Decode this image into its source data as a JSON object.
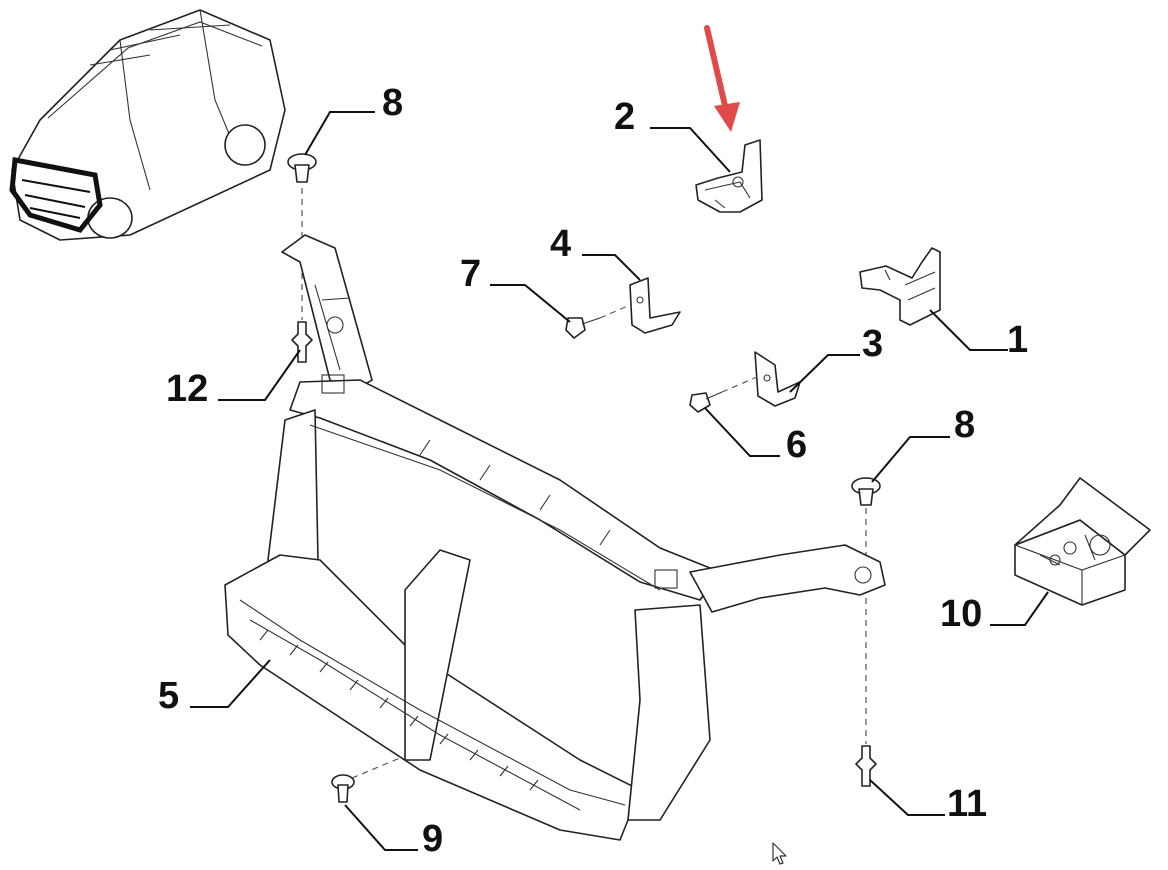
{
  "callouts": {
    "c1": "1",
    "c2": "2",
    "c3": "3",
    "c4": "4",
    "c5": "5",
    "c6": "6",
    "c7": "7",
    "c8a": "8",
    "c8b": "8",
    "c9": "9",
    "c10": "10",
    "c11": "11",
    "c12": "12"
  },
  "colors": {
    "highlight_arrow": "#e04a4a",
    "ink": "#111111"
  }
}
